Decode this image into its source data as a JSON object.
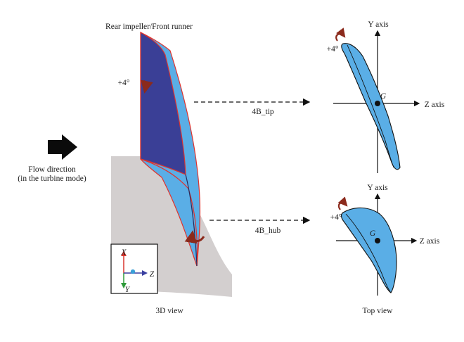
{
  "figure": {
    "title": "Rear impeller/Front runner",
    "flow_direction_line1": "Flow direction",
    "flow_direction_line2": "(in the turbine mode)",
    "rotation_label": "+4°",
    "tip_section_label": "4B_tip",
    "hub_section_label": "4B_hub",
    "view_3d_caption": "3D view",
    "top_view_caption": "Top view",
    "axis_y": "Y axis",
    "axis_z": "Z axis",
    "centroid_label": "G",
    "triad": {
      "x": "X",
      "y": "Y",
      "z": "Z"
    }
  },
  "colors": {
    "blade_dark": "#3a3f96",
    "blade_light": "#5aaee6",
    "blade_edge": "#e0332d",
    "hub_gray": "#d3cfcf",
    "rotation_arrow": "#8b2a1c",
    "triad_x": "#d8362e",
    "triad_y": "#2f9a3a",
    "triad_z": "#3a3fa0"
  }
}
